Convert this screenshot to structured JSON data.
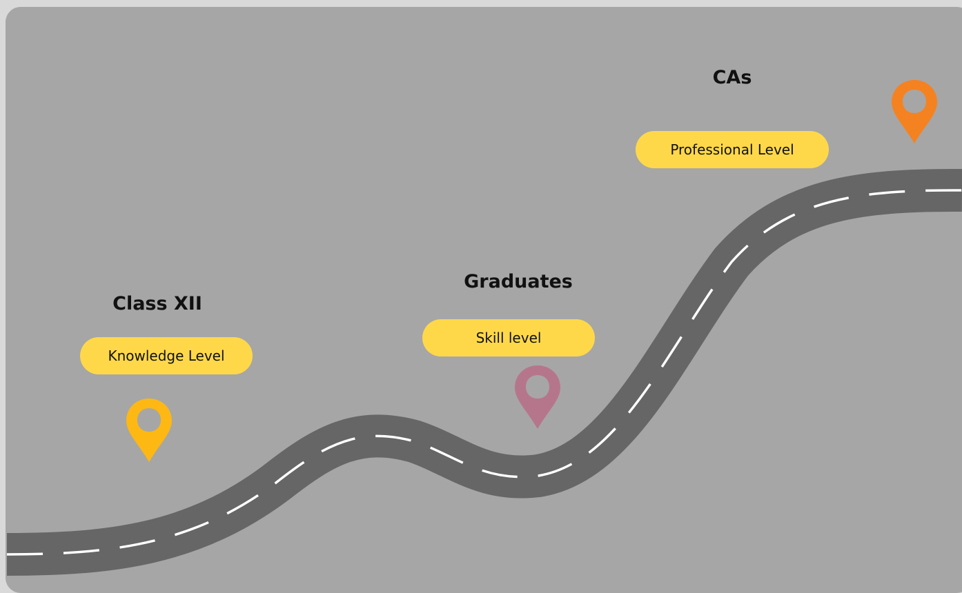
{
  "stages": [
    {
      "title": "Class XII",
      "level": "Knowledge Level",
      "pin_icon": "map-pin-icon",
      "pin_color": "#fdb813"
    },
    {
      "title": "Graduates",
      "level": "Skill level",
      "pin_icon": "map-pin-icon",
      "pin_color": "#b5768c"
    },
    {
      "title": "CAs",
      "level": "Professional Level",
      "pin_icon": "map-pin-icon",
      "pin_color": "#f58220"
    }
  ],
  "colors": {
    "background": "#a6a6a6",
    "road": "#666666",
    "road_dash": "#ffffff",
    "pill": "#ffd84a"
  }
}
